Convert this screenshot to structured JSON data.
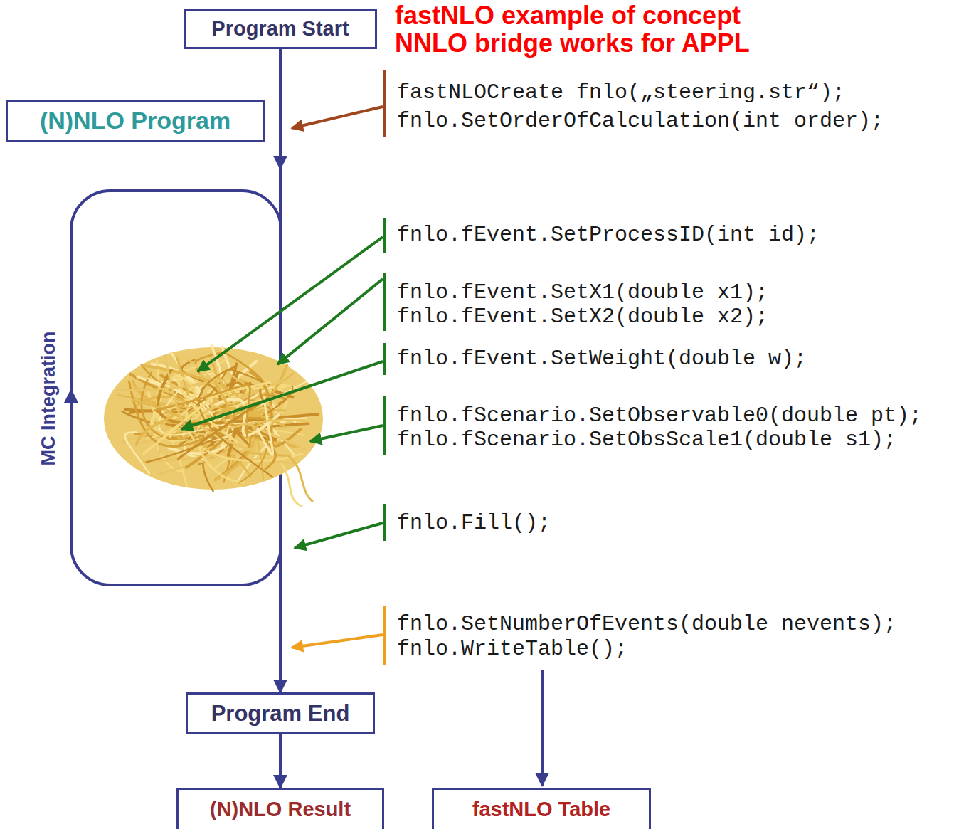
{
  "diagram": {
    "title": "fastNLO example of concept NNLO bridge works for APPL",
    "nodes": [
      {
        "text": [
          "Program Start"
        ]
      },
      {
        "text": [
          "(N)NLO Program"
        ]
      },
      {
        "text": [
          "Program End"
        ]
      },
      {
        "text": [
          "(N)NLO Result"
        ]
      },
      {
        "text": [
          "fastNLO Table"
        ]
      }
    ],
    "edges": [
      {
        "from": 0,
        "to": 2,
        "arrow": "to"
      },
      {
        "from": 2,
        "to": 3,
        "arrow": "to"
      }
    ],
    "labels": [
      "MC Integration",
      "fastNLOCreate fnlo(„steering.str“);",
      "fnlo.SetOrderOfCalculation(int order);",
      "fnlo.fEvent.SetProcessID(int id);",
      "fnlo.fEvent.SetX1(double x1);",
      "fnlo.fEvent.SetX2(double x2);",
      "fnlo.fEvent.SetWeight(double w);",
      "fnlo.fScenario.SetObservable0(double pt);",
      "fnlo.fScenario.SetObsScale1(double s1);",
      "fnlo.Fill();",
      "fnlo.SetNumberOfEvents(double nevents);",
      "fnlo.WriteTable();"
    ]
  }
}
